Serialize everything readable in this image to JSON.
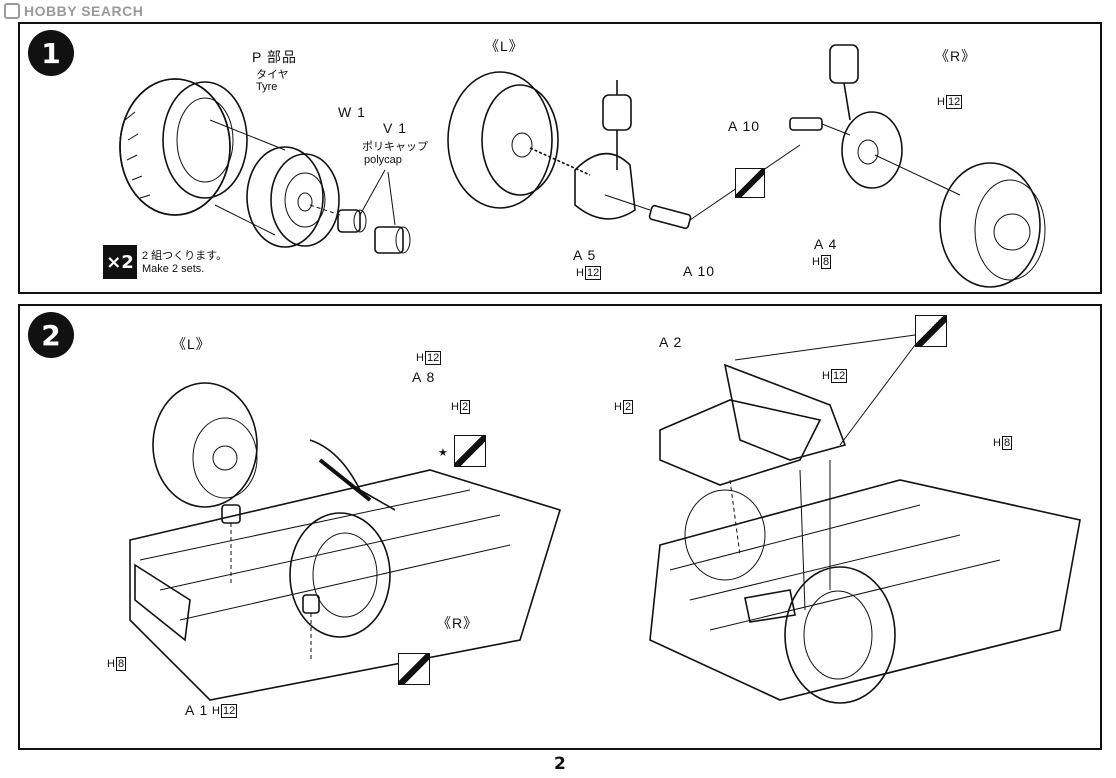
{
  "watermark": {
    "text": "HOBBY SEARCH"
  },
  "step1": {
    "number": "1",
    "labels": {
      "p_parts": "P 部品",
      "tyre_jp": "タイヤ",
      "tyre_en": "Tyre",
      "w1": "W 1",
      "v1": "V 1",
      "polycap_jp": "ポリキャップ",
      "polycap_en": "polycap",
      "left": "《L》",
      "right": "《R》",
      "a10_top": "A 10",
      "a10_bottom": "A 10",
      "a5": "A 5",
      "a4": "A 4",
      "h12_a5": "12",
      "h12_right": "12",
      "h8_a4": "8"
    },
    "sets": {
      "badge": "×2",
      "jp": "2 組つくります。",
      "en": "Make  2  sets."
    }
  },
  "step2": {
    "number": "2",
    "labels": {
      "left": "《L》",
      "right": "《R》",
      "a8": "A 8",
      "h12_a8": "12",
      "h2_top": "2",
      "a1": "A 1",
      "h12_a1": "12",
      "h8_left": "8",
      "a2": "A 2",
      "h2_a2": "2",
      "h12_a2": "12",
      "h8_right": "8",
      "star": "★"
    }
  },
  "page": {
    "number": "2"
  },
  "colors": {
    "ink": "#111111",
    "paper": "#ffffff",
    "shade": "#5a5a5a",
    "watermark": "#9a9a9a"
  },
  "icons": [
    "glue-icon",
    "multiply-two-icon",
    "step-number-icon"
  ]
}
